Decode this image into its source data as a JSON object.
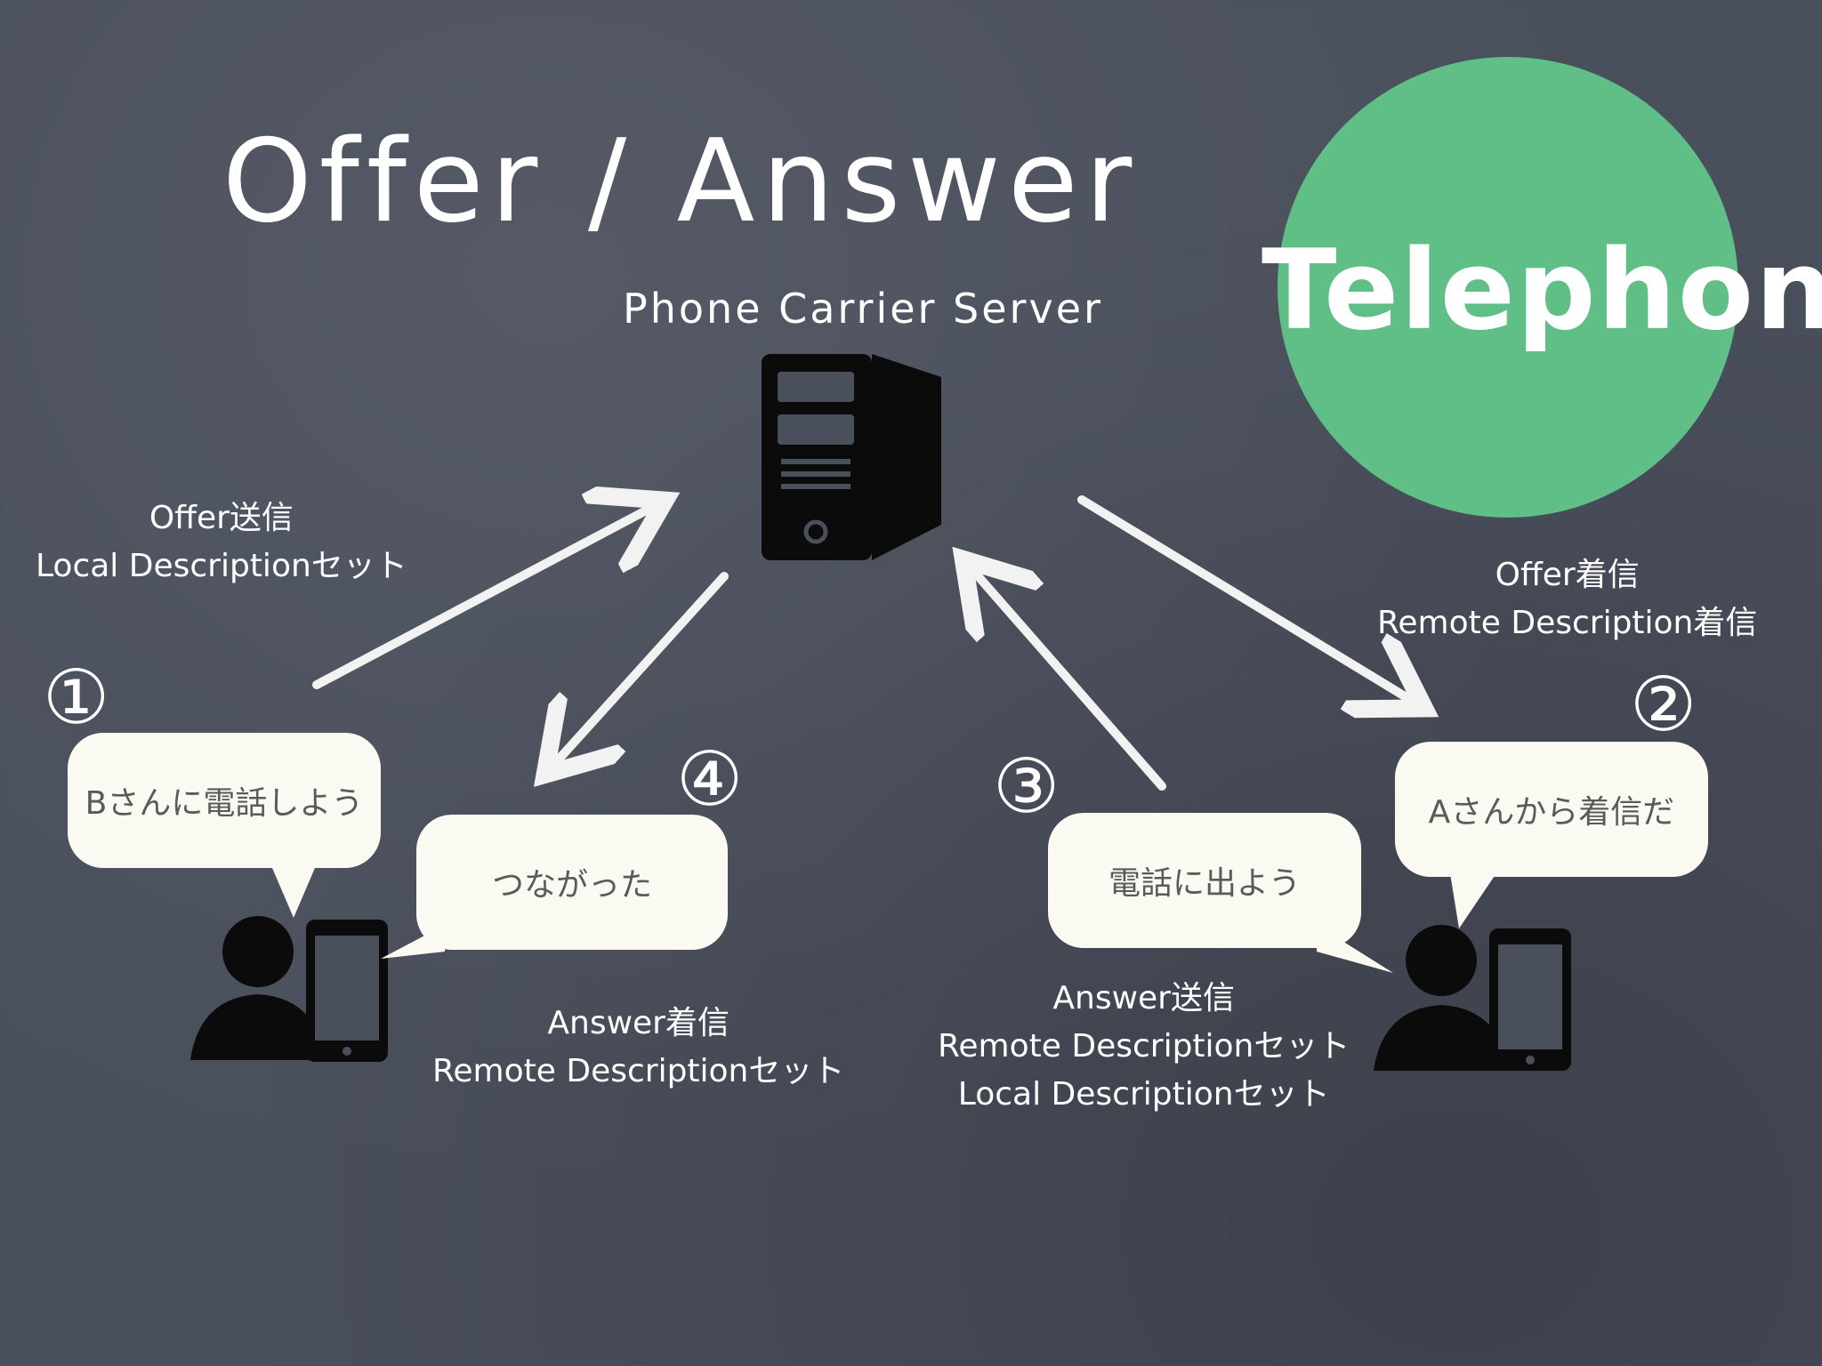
{
  "title": "Offer / Answer",
  "badge": {
    "label": "Telephone",
    "color": "#5fbf86"
  },
  "server": {
    "label": "Phone Carrier Server",
    "icon": "server-tower-icon"
  },
  "notes": {
    "offer_send": [
      "Offer送信",
      "Local Descriptionセット"
    ],
    "offer_receive": [
      "Offer着信",
      "Remote Description着信"
    ],
    "answer_receive": [
      "Answer着信",
      "Remote Descriptionセット"
    ],
    "answer_send": [
      "Answer送信",
      "Remote Descriptionセット",
      "Local Descriptionセット"
    ]
  },
  "steps": [
    "①",
    "②",
    "③",
    "④"
  ],
  "bubbles": {
    "b_call": "Bさんに電話しよう",
    "a_incoming": "Aさんから着信だ",
    "answer_phone": "電話に出よう",
    "connected": "つながった"
  },
  "people": {
    "left": "person-with-phone-icon",
    "right": "person-with-phone-icon"
  }
}
